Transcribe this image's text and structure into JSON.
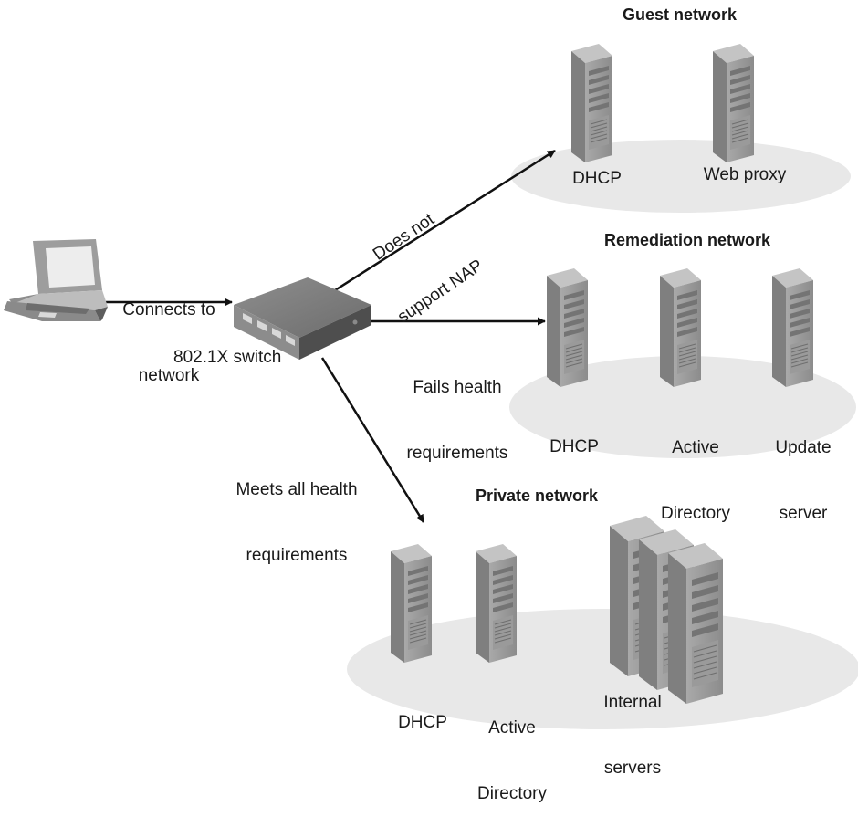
{
  "client": {
    "connects_label_line1": "Connects to",
    "connects_label_line2": "network"
  },
  "switch": {
    "label": "802.1X switch"
  },
  "paths": {
    "guest_line1": "Does not",
    "guest_line2": "support NAP",
    "remediation_line1": "Fails health",
    "remediation_line2": "requirements",
    "private_line1": "Meets all health",
    "private_line2": "requirements"
  },
  "guest_network": {
    "title": "Guest network",
    "servers": [
      "DHCP",
      "Web proxy"
    ]
  },
  "remediation_network": {
    "title": "Remediation network",
    "servers": [
      {
        "line1": "DHCP",
        "line2": ""
      },
      {
        "line1": "Active",
        "line2": "Directory"
      },
      {
        "line1": "Update",
        "line2": "server"
      }
    ]
  },
  "private_network": {
    "title": "Private network",
    "servers": [
      {
        "line1": "DHCP",
        "line2": ""
      },
      {
        "line1": "Active",
        "line2": "Directory"
      },
      {
        "line1": "Internal",
        "line2": "servers"
      }
    ]
  }
}
